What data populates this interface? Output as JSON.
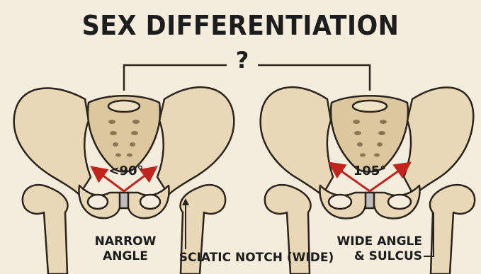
{
  "title": "SEX DIFFERENTIATION",
  "question_mark": "?",
  "left_pelvis": {
    "angle_label": "<90°",
    "caption_line1": "NARROW",
    "caption_line2": "ANGLE"
  },
  "right_pelvis": {
    "angle_label": "105°",
    "caption_line1": "WIDE ANGLE",
    "caption_line2": "& SULCUS"
  },
  "center_caption": "SCIATIC NOTCH (WIDE)",
  "colors": {
    "background": "#f4ecdd",
    "bone_fill": "#e8d8b6",
    "bone_shadow": "#c9b48c",
    "outline": "#2a241c",
    "arrow": "#c0241e"
  }
}
